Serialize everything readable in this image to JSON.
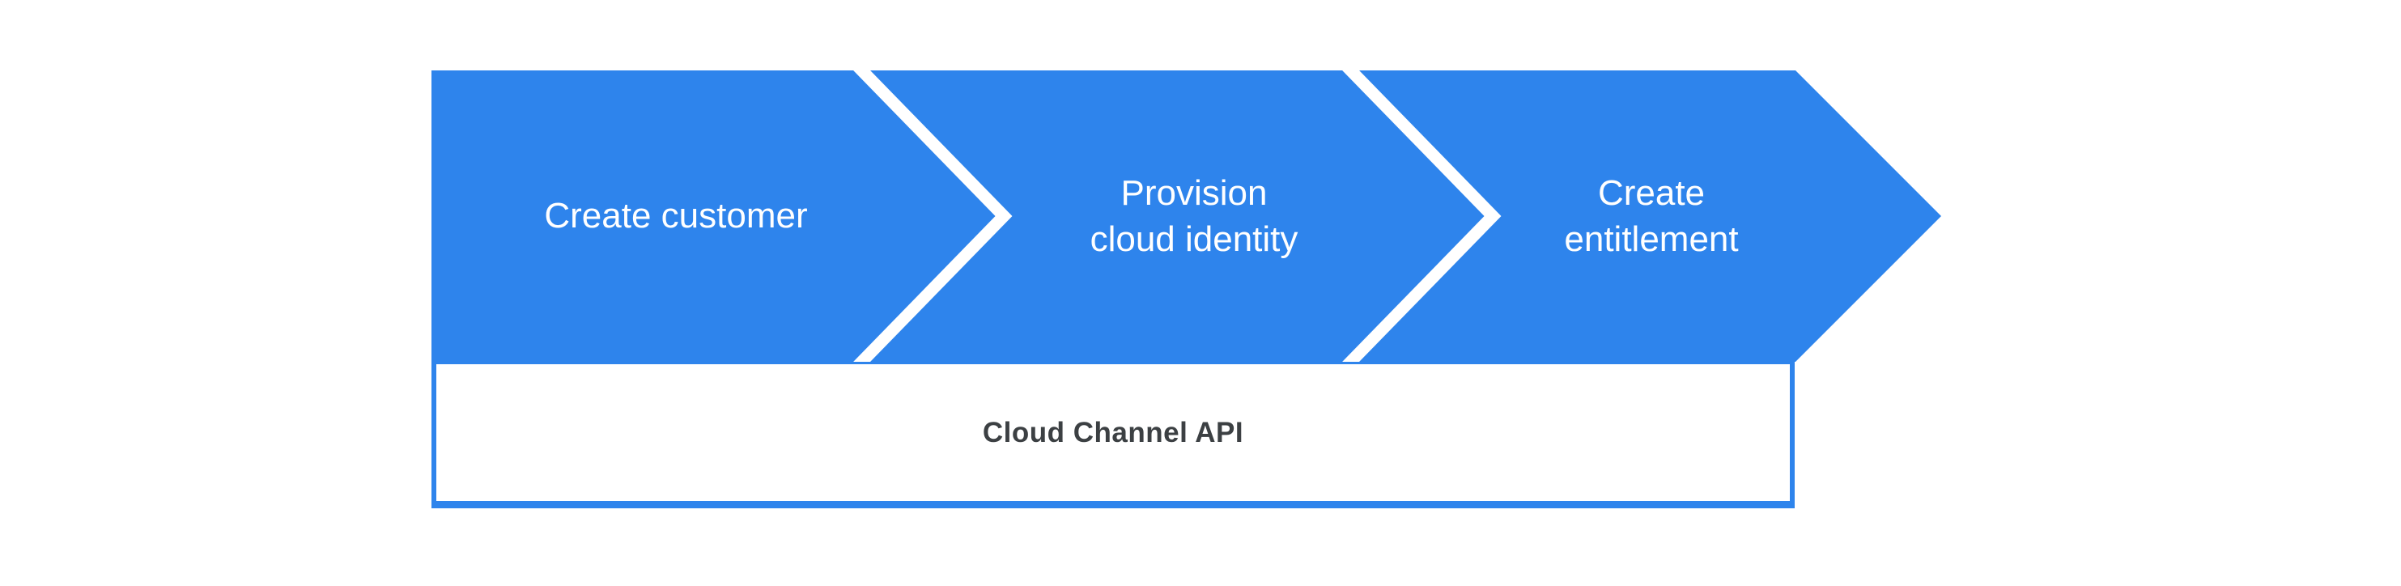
{
  "colors": {
    "blue": "#2E84EC",
    "chevron_white": "#FFFFFF",
    "api_text": "#3C4043",
    "background": "#FFFFFF"
  },
  "steps": [
    {
      "label": "Create customer"
    },
    {
      "label": "Provision\ncloud identity"
    },
    {
      "label": "Create\nentitlement"
    }
  ],
  "api_box": {
    "label": "Cloud Channel API"
  }
}
